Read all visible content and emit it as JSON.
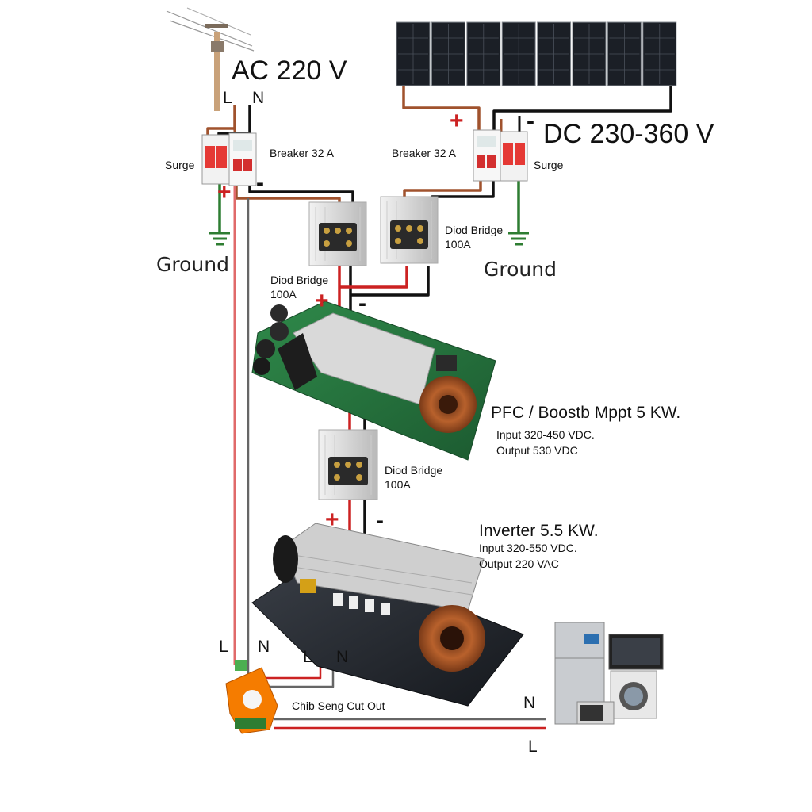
{
  "ac_source": {
    "title": "AC 220 V",
    "l": "L",
    "n": "N"
  },
  "dc_source": {
    "title": "DC  230-360 V",
    "plus": "+",
    "minus": "-"
  },
  "left_panel": {
    "surge": "Surge",
    "breaker": "Breaker 32 A",
    "ground": "Ground",
    "plus": "+",
    "minus": "-"
  },
  "right_panel": {
    "surge": "Surge",
    "breaker": "Breaker 32 A",
    "ground": "Ground"
  },
  "diode_bridge_left": {
    "name": "Diod Bridge",
    "rating": "100A"
  },
  "diode_bridge_right": {
    "name": "Diod Bridge",
    "rating": "100A"
  },
  "diode_bridge_mid": {
    "name": "Diod Bridge",
    "rating": "100A"
  },
  "pfc": {
    "title": "PFC / Boostb Mppt 5 KW.",
    "input": "Input 320-450 VDC.",
    "output": "Output 530 VDC",
    "plus": "+",
    "minus": "-"
  },
  "inverter": {
    "title": "Inverter 5.5 KW.",
    "input": "Input 320-550 VDC.",
    "output": "Output 220 VAC",
    "plus": "+",
    "minus": "-"
  },
  "cutout": {
    "name": "Chib Seng Cut Out",
    "l_left": "L",
    "n_left": "N",
    "l_right": "L",
    "n_right": "N"
  },
  "load": {
    "n": "N",
    "l": "L"
  },
  "colors": {
    "live": "#e06a6a",
    "neutral": "#555555",
    "positive": "#cc2222",
    "negative": "#111111",
    "brown": "#a0522d",
    "ground": "#2e7d32"
  }
}
